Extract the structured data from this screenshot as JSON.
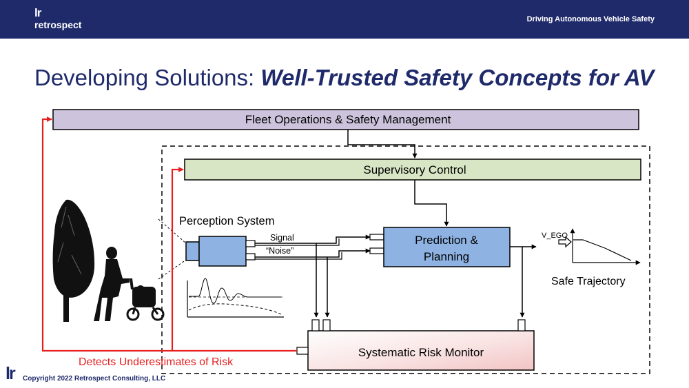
{
  "header": {
    "logo_mark": "lr",
    "logo_word": "retrospect",
    "deck_title": "Driving Autonomous Vehicle Safety"
  },
  "title": {
    "plain": "Developing Solutions: ",
    "emphasis": "Well-Trusted Safety Concepts for AV"
  },
  "diagram": {
    "fleet_ops": "Fleet Operations & Safety Management",
    "supervisory": "Supervisory Control",
    "perception": "Perception System",
    "signal": "Signal",
    "noise": "“Noise”",
    "prediction_line1": "Prediction &",
    "prediction_line2": "Planning",
    "v_ego": "V_EGO",
    "safe_trajectory": "Safe Trajectory",
    "risk_monitor": "Systematic Risk Monitor",
    "detects": "Detects Underestimates of Risk"
  },
  "footer": {
    "logo_mark": "lr",
    "copyright": "Copyright  2022 Retrospect Consulting, LLC"
  },
  "colors": {
    "header_bg": "#1f2a6b",
    "fleet_fill": "#cdc3dc",
    "supervisory_fill": "#d9e6c5",
    "prediction_fill": "#8eb3e3",
    "risk_red": "#e61f1f"
  }
}
